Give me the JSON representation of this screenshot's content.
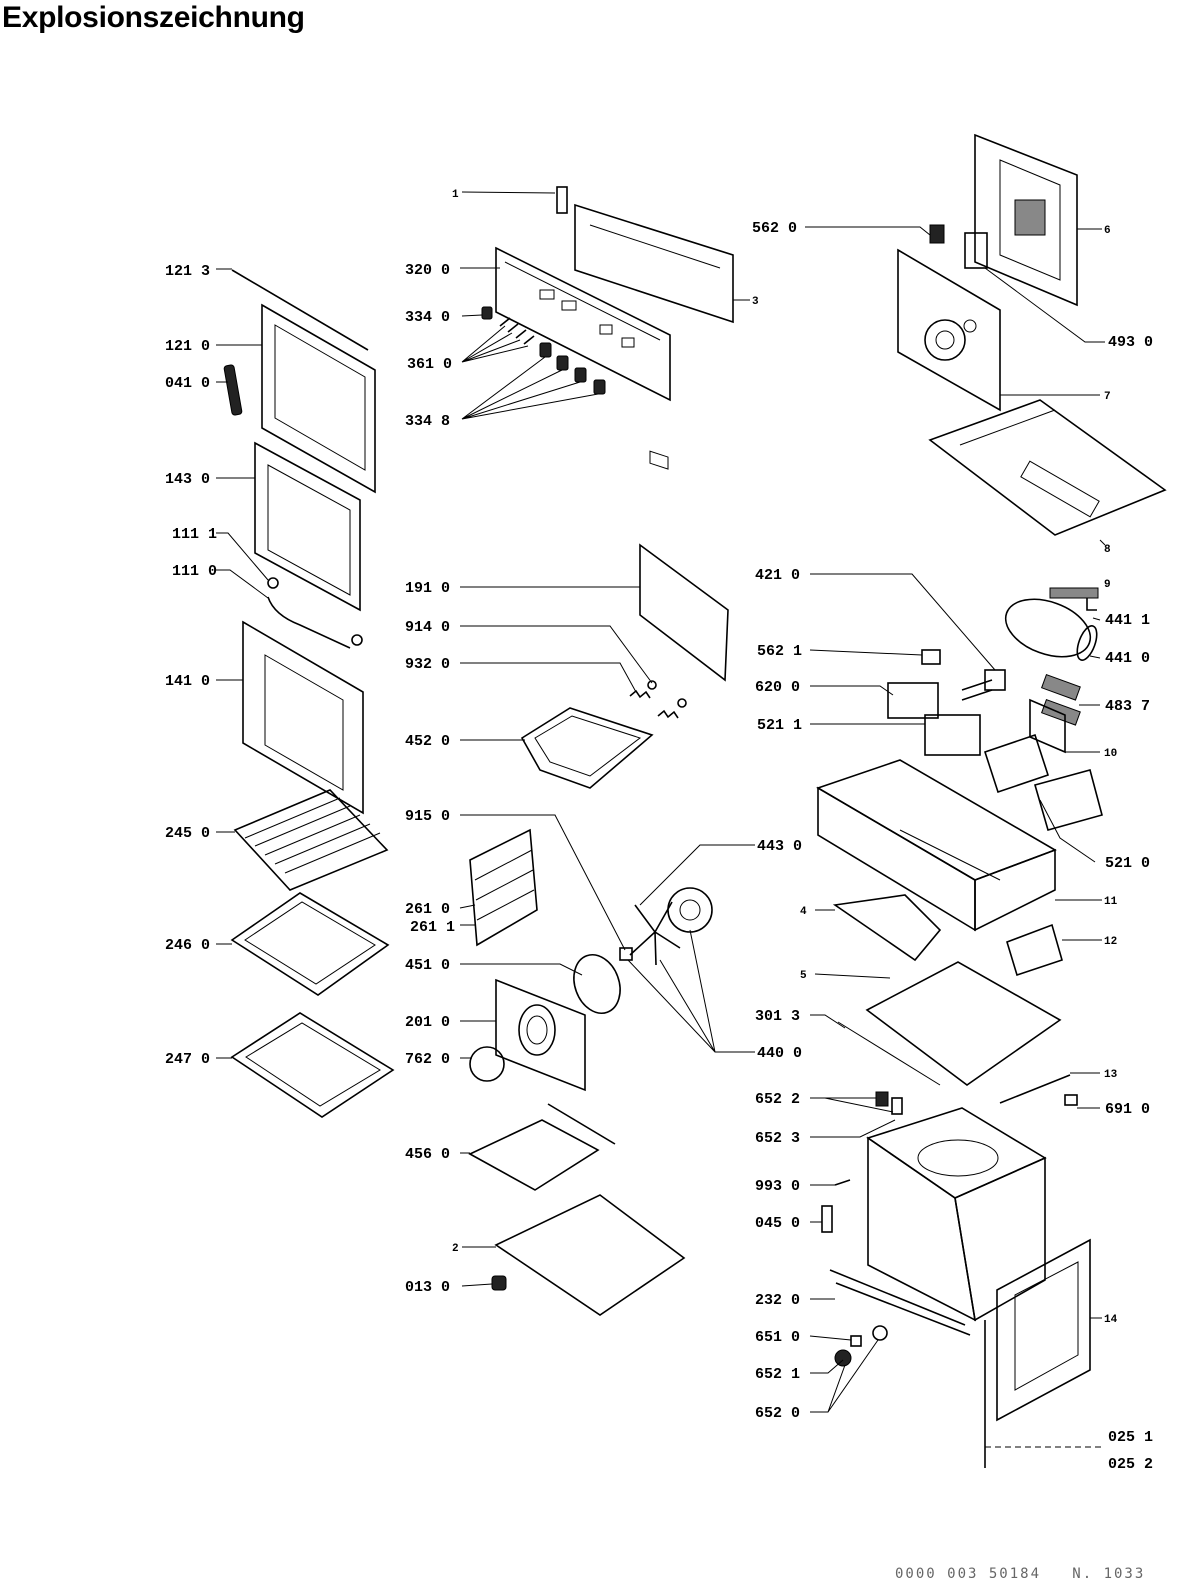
{
  "title": "Explosionszeichnung",
  "footer": "0000 003 50184   N. 1033",
  "labels": [
    "1",
    "320 0",
    "334 0",
    "361 0",
    "334 8",
    "121 3",
    "121 0",
    "041 0",
    "143 0",
    "111 1",
    "111 0",
    "141 0",
    "245 0",
    "246 0",
    "247 0",
    "562 0",
    "6",
    "3",
    "493 0",
    "7",
    "8",
    "9",
    "191 0",
    "914 0",
    "932 0",
    "452 0",
    "421 0",
    "441 1",
    "441 0",
    "562 1",
    "620 0",
    "483 7",
    "521 1",
    "10",
    "915 0",
    "443 0",
    "261 0",
    "261 1",
    "451 0",
    "201 0",
    "762 0",
    "440 0",
    "521 0",
    "11",
    "4",
    "12",
    "5",
    "301 3",
    "13",
    "652 2",
    "652 3",
    "691 0",
    "456 0",
    "993 0",
    "045 0",
    "2",
    "013 0",
    "232 0",
    "651 0",
    "652 1",
    "652 0",
    "14",
    "025 1",
    "025 2"
  ]
}
